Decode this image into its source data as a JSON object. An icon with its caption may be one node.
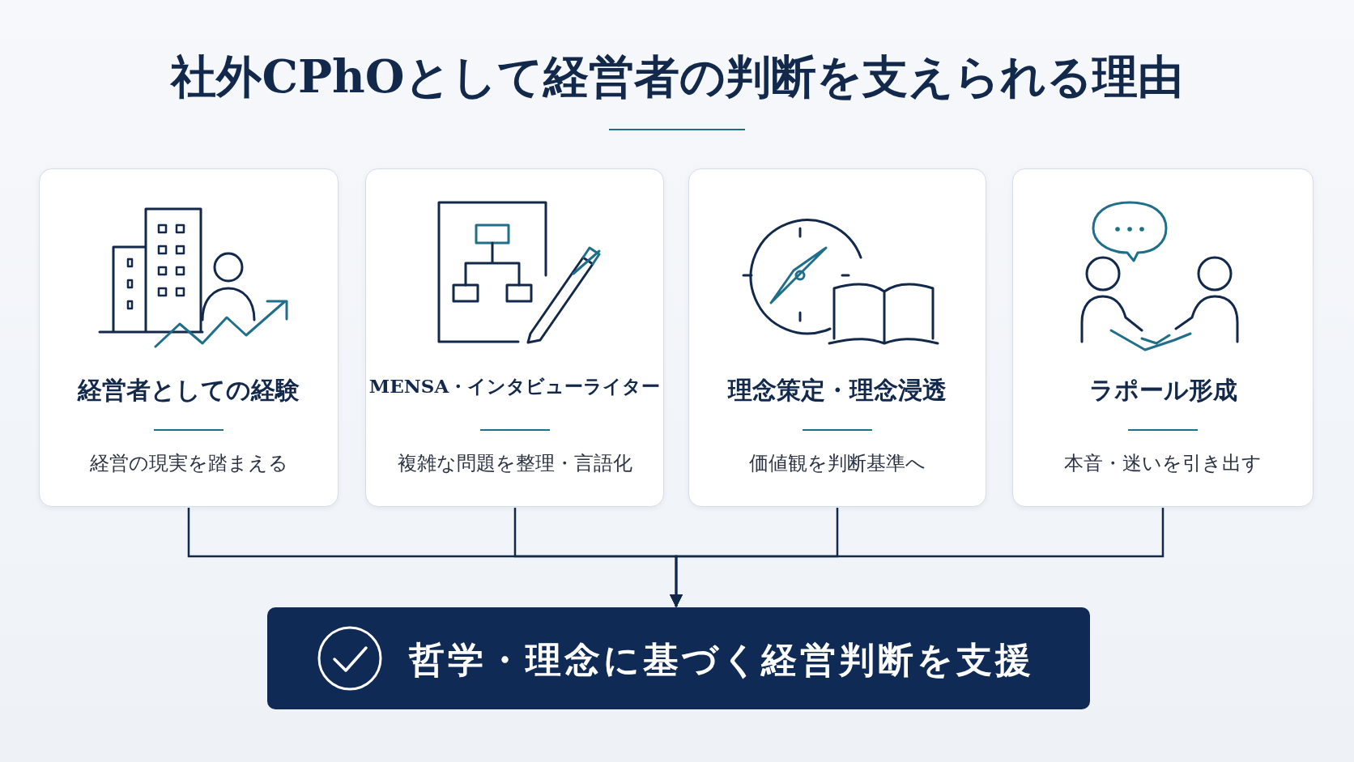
{
  "diagram": {
    "title": "社外CPhOとして経営者の判断を支えられる理由",
    "nodes": [
      {
        "text": [
          "経営者としての経験",
          "経営の現実を踏まえる"
        ]
      },
      {
        "text": [
          "MENSA・インタビューライター",
          "複雑な問題を整理・言語化"
        ]
      },
      {
        "text": [
          "理念策定・理念浸透",
          "価値観を判断基準へ"
        ]
      },
      {
        "text": [
          "ラポール形成",
          "本音・迷いを引き出す"
        ]
      },
      {
        "text": [
          "哲学・理念に基づく経営判断を支援"
        ]
      }
    ],
    "edges": [
      {
        "from": 0,
        "to": 4,
        "arrow": "to"
      },
      {
        "from": 1,
        "to": 4,
        "arrow": "to"
      },
      {
        "from": 2,
        "to": 4,
        "arrow": "to"
      },
      {
        "from": 3,
        "to": 4,
        "arrow": "to"
      }
    ]
  }
}
